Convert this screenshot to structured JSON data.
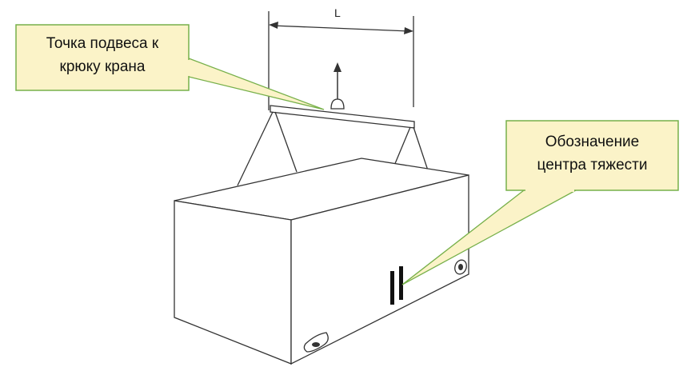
{
  "diagram": {
    "dimension_label": "L",
    "callouts": [
      {
        "id": "suspension",
        "text": "Точка подвеса к\nкрюку крана"
      },
      {
        "id": "cog",
        "text": "Обозначение\nцентра тяжести"
      }
    ],
    "colors": {
      "callout_fill": "#fbf3c8",
      "callout_border": "#77b04a",
      "line": "#333333"
    }
  }
}
